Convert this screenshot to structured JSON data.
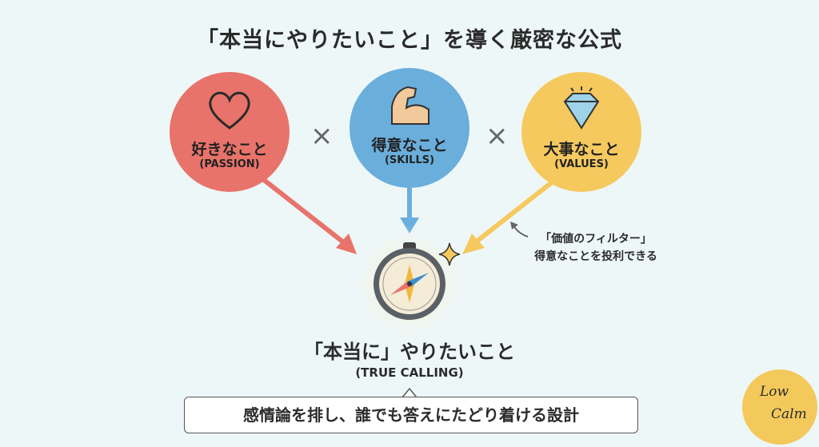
{
  "title": "「本当にやりたいこと」を導く厳密な公式",
  "circles": [
    {
      "label": "好きなこと",
      "sub": "(PASSION)",
      "icon": "heart-icon",
      "color": "#e8736a"
    },
    {
      "label": "得意なこと",
      "sub": "(SKILLS)",
      "icon": "flexed-arm-icon",
      "color": "#6aaedc"
    },
    {
      "label": "大事なこと",
      "sub": "(VALUES)",
      "icon": "diamond-icon",
      "color": "#f5c95e"
    }
  ],
  "operator": "×",
  "note": {
    "line1": "「価値のフィルター」",
    "line2": "得意なことを投利できる"
  },
  "result": {
    "title": "「本当に」やりたいこと",
    "sub": "(TRUE CALLING)"
  },
  "callout": "感情論を排し、誰でも答えにたどり着ける設計",
  "logo": {
    "line1": "Low",
    "line2": "Calm"
  }
}
